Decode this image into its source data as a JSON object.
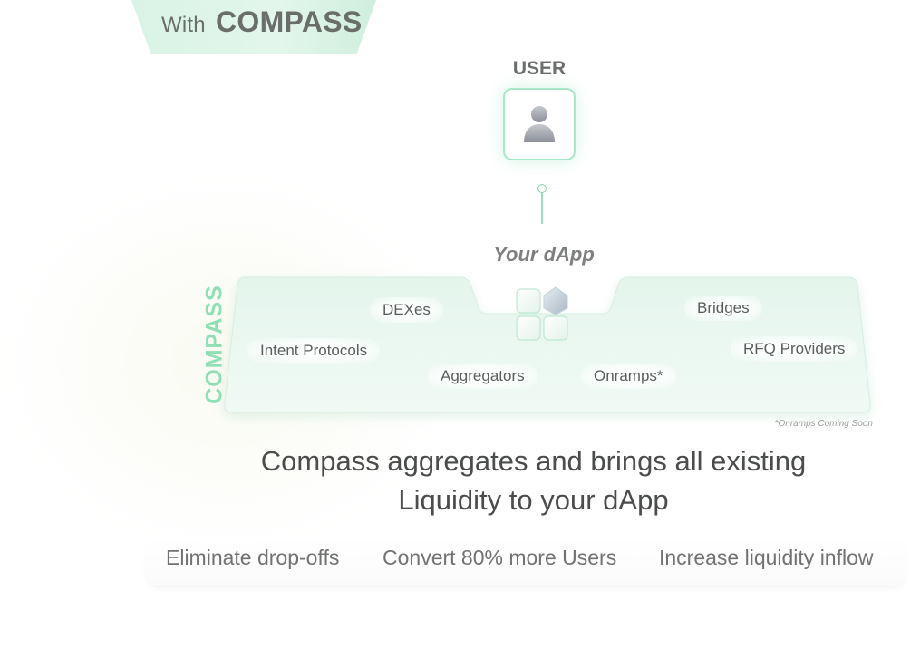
{
  "header": {
    "with_label": "With",
    "brand": "COMPASS"
  },
  "user": {
    "label": "USER"
  },
  "dapp": {
    "label": "Your dApp"
  },
  "platform": {
    "vertical_label": "COMPASS",
    "sources": [
      "DEXes",
      "Bridges",
      "Intent Protocols",
      "RFQ Providers",
      "Aggregators",
      "Onramps*"
    ],
    "note": "*Onramps Coming Soon"
  },
  "headline": {
    "line1": "Compass aggregates and brings all existing",
    "line2": "Liquidity to your dApp"
  },
  "benefits": [
    "Eliminate drop-offs",
    "Convert 80% more Users",
    "Increase liquidity inflow"
  ],
  "colors": {
    "accent": "#8fe0b5",
    "platform_fill": "#e6f6ee",
    "text_dark": "#4a4d4b",
    "text_muted": "#707371"
  }
}
